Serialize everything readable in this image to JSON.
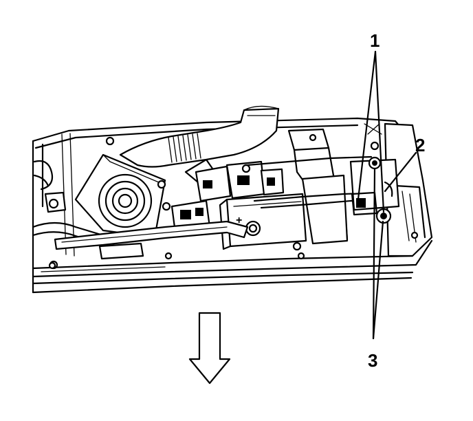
{
  "diagram": {
    "callouts": [
      {
        "id": "1",
        "label": "1"
      },
      {
        "id": "2",
        "label": "2"
      },
      {
        "id": "3",
        "label": "3"
      }
    ],
    "battery_polarity_mark": "+"
  }
}
